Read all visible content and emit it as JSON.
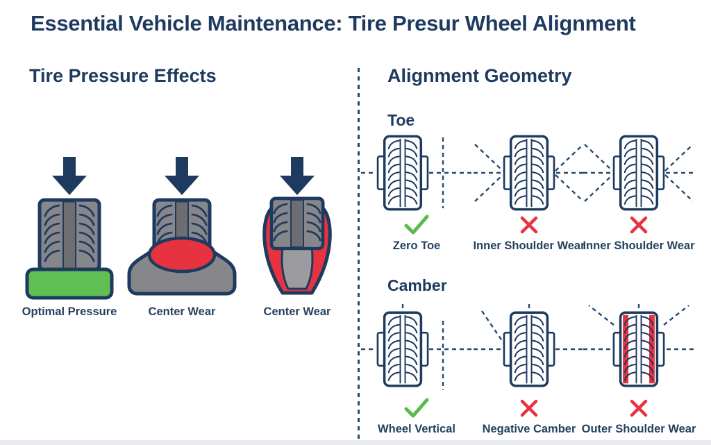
{
  "title": "Essential Vehicle Maintenance: Tire Presur Wheel Alignment",
  "pressure": {
    "heading": "Tire Pressure Effects",
    "items": [
      {
        "label": "Optimal Pressure",
        "verdict": "none",
        "contact_patch": "flat-green"
      },
      {
        "label": "Center Wear",
        "verdict": "none",
        "contact_patch": "center-bulge-red"
      },
      {
        "label": "Center Wear",
        "verdict": "none",
        "contact_patch": "edge-wear-red"
      }
    ]
  },
  "alignment": {
    "heading": "Alignment Geometry",
    "toe": {
      "heading": "Toe",
      "items": [
        {
          "label": "Zero Toe",
          "verdict": "check"
        },
        {
          "label": "Inner Shoulder Wear",
          "verdict": "cross"
        },
        {
          "label": "Inner Shoulder Wear",
          "verdict": "cross"
        }
      ]
    },
    "camber": {
      "heading": "Camber",
      "items": [
        {
          "label": "Wheel Vertical",
          "verdict": "check"
        },
        {
          "label": "Negative Camber",
          "verdict": "cross"
        },
        {
          "label": "Outer Shoulder Wear",
          "verdict": "cross"
        }
      ]
    }
  },
  "colors": {
    "navy": "#1e3a5f",
    "dash_navy": "#27496f",
    "green_patch": "#5fbf52",
    "check_green": "#58bb4a",
    "wear_red": "#e73340",
    "tire_gray": "#87878b",
    "tread_strip_gray": "#6d6d72",
    "worn_light_gray": "#9c9ca0"
  }
}
